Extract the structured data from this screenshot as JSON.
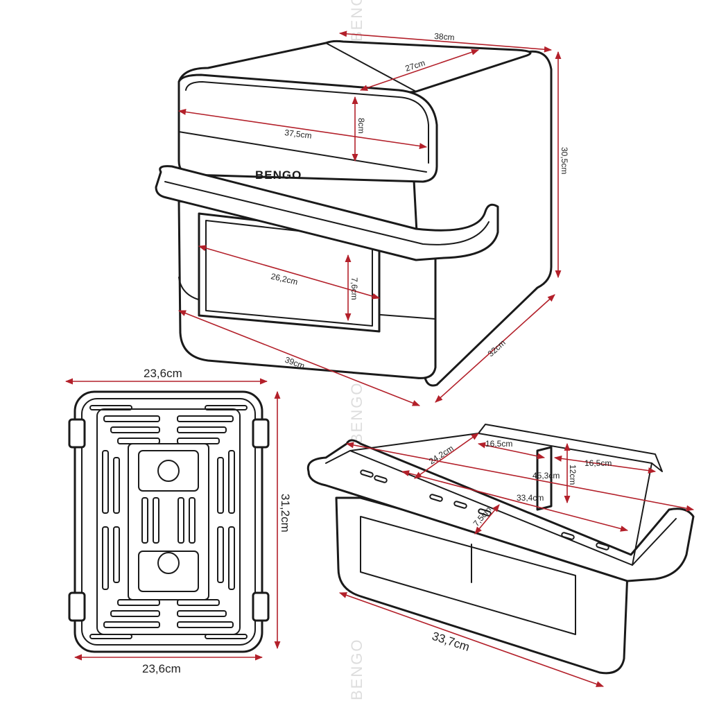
{
  "brand": {
    "logo_text": "BENGO",
    "watermark": "BENGO"
  },
  "colors": {
    "dimension_line": "#b3202a",
    "outline": "#1a1a1a",
    "background": "#ffffff"
  },
  "appliance_dimensions": {
    "outer_width": "38cm",
    "inner_depth": "27cm",
    "lid_height": "8cm",
    "overall_height": "30,5cm",
    "lid_width": "37,5cm",
    "window_width": "26,2cm",
    "window_height": "7,6cm",
    "base_width": "39cm",
    "base_depth": "32cm"
  },
  "rack_dimensions": {
    "top_width": "23,6cm",
    "height": "31,2cm",
    "bottom_width": "23,6cm"
  },
  "basket_dimensions": {
    "diagonal": "24,2cm",
    "left_compartment": "16,5cm",
    "right_compartment": "16,5cm",
    "divider_height": "12cm",
    "handle_span": "45,3cm",
    "inner_length": "33,4cm",
    "inner_height": "7,5cm",
    "bottom_length": "33,7cm"
  }
}
